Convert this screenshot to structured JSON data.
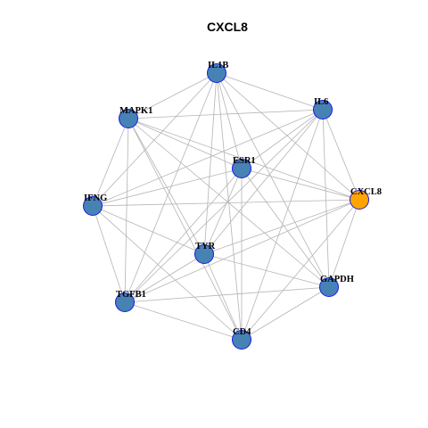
{
  "title": "CXCL8",
  "colors": {
    "node_fill": "#4682B4",
    "node_stroke": "#1A1AE6",
    "highlight_fill": "#FFA500",
    "highlight_stroke": "#1A1AE6",
    "edge": "#B4B4B4",
    "background": "#FFFFFF"
  },
  "nodes": [
    {
      "id": "IL1B",
      "label": "IL1B",
      "highlight": false
    },
    {
      "id": "IL6",
      "label": "IL6",
      "highlight": false
    },
    {
      "id": "CXCL8",
      "label": "CXCL8",
      "highlight": true
    },
    {
      "id": "GAPDH",
      "label": "GAPDH",
      "highlight": false
    },
    {
      "id": "CD4",
      "label": "CD4",
      "highlight": false
    },
    {
      "id": "TGFB1",
      "label": "TGFB1",
      "highlight": false
    },
    {
      "id": "IFNG",
      "label": "IFNG",
      "highlight": false
    },
    {
      "id": "MAPK1",
      "label": "MAPK1",
      "highlight": false
    },
    {
      "id": "ESR1",
      "label": "ESR1",
      "highlight": false
    },
    {
      "id": "TYR",
      "label": "TYR",
      "highlight": false
    }
  ],
  "edges": [
    [
      "IL1B",
      "IL6"
    ],
    [
      "IL1B",
      "MAPK1"
    ],
    [
      "IL1B",
      "IFNG"
    ],
    [
      "IL1B",
      "ESR1"
    ],
    [
      "IL1B",
      "TYR"
    ],
    [
      "IL1B",
      "CXCL8"
    ],
    [
      "IL1B",
      "GAPDH"
    ],
    [
      "IL1B",
      "CD4"
    ],
    [
      "IL1B",
      "TGFB1"
    ],
    [
      "IL6",
      "MAPK1"
    ],
    [
      "IL6",
      "ESR1"
    ],
    [
      "IL6",
      "IFNG"
    ],
    [
      "IL6",
      "TYR"
    ],
    [
      "IL6",
      "CXCL8"
    ],
    [
      "IL6",
      "GAPDH"
    ],
    [
      "IL6",
      "CD4"
    ],
    [
      "IL6",
      "TGFB1"
    ],
    [
      "MAPK1",
      "ESR1"
    ],
    [
      "MAPK1",
      "IFNG"
    ],
    [
      "MAPK1",
      "TYR"
    ],
    [
      "MAPK1",
      "CXCL8"
    ],
    [
      "MAPK1",
      "GAPDH"
    ],
    [
      "MAPK1",
      "CD4"
    ],
    [
      "MAPK1",
      "TGFB1"
    ],
    [
      "ESR1",
      "IFNG"
    ],
    [
      "ESR1",
      "TYR"
    ],
    [
      "ESR1",
      "CXCL8"
    ],
    [
      "ESR1",
      "GAPDH"
    ],
    [
      "ESR1",
      "CD4"
    ],
    [
      "ESR1",
      "TGFB1"
    ],
    [
      "IFNG",
      "CXCL8"
    ],
    [
      "IFNG",
      "TYR"
    ],
    [
      "IFNG",
      "CD4"
    ],
    [
      "IFNG",
      "TGFB1"
    ],
    [
      "CXCL8",
      "TYR"
    ],
    [
      "CXCL8",
      "GAPDH"
    ],
    [
      "CXCL8",
      "CD4"
    ],
    [
      "CXCL8",
      "TGFB1"
    ],
    [
      "TYR",
      "GAPDH"
    ],
    [
      "TYR",
      "CD4"
    ],
    [
      "TYR",
      "TGFB1"
    ],
    [
      "GAPDH",
      "TGFB1"
    ],
    [
      "GAPDH",
      "CD4"
    ],
    [
      "TGFB1",
      "CD4"
    ]
  ]
}
